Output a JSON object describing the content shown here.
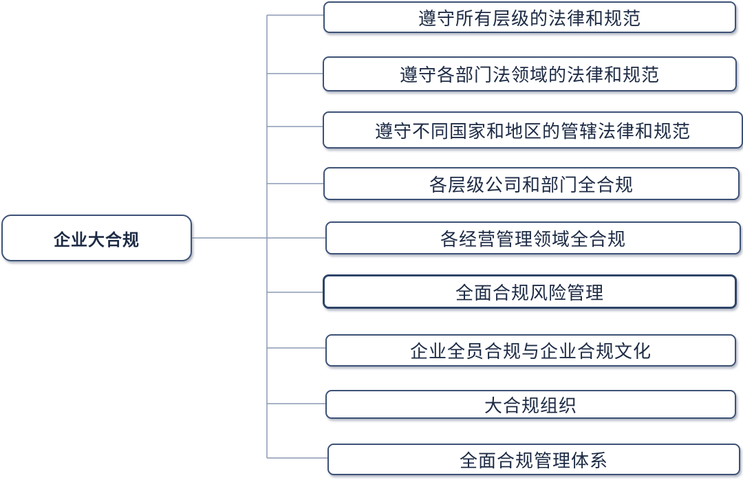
{
  "root": {
    "label": "企业大合规"
  },
  "children": [
    {
      "label": "遵守所有层级的法律和规范"
    },
    {
      "label": "遵守各部门法领域的法律和规范"
    },
    {
      "label": "遵守不同国家和地区的管辖法律和规范"
    },
    {
      "label": "各层级公司和部门全合规"
    },
    {
      "label": "各经营管理领域全合规"
    },
    {
      "label": "全面合规风险管理"
    },
    {
      "label": "企业全员合规与企业合规文化"
    },
    {
      "label": "大合规组织"
    },
    {
      "label": "全面合规管理体系"
    }
  ],
  "colors": {
    "box_border": "#3d5176",
    "text": "#1c2a44",
    "connector": "#8a99b3"
  }
}
